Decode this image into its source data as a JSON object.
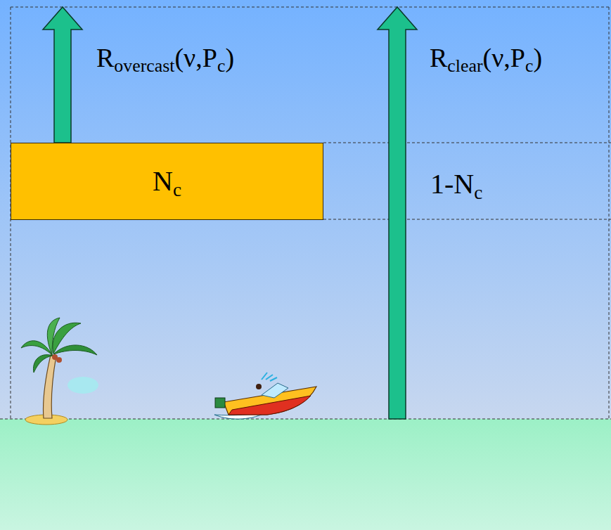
{
  "diagram": {
    "nodes": [
      {
        "text": [
          "Nc"
        ]
      }
    ],
    "labels": [
      "Rovercast(ν,Pc)",
      "Rclear(ν,Pc)",
      "1-Nc"
    ]
  }
}
